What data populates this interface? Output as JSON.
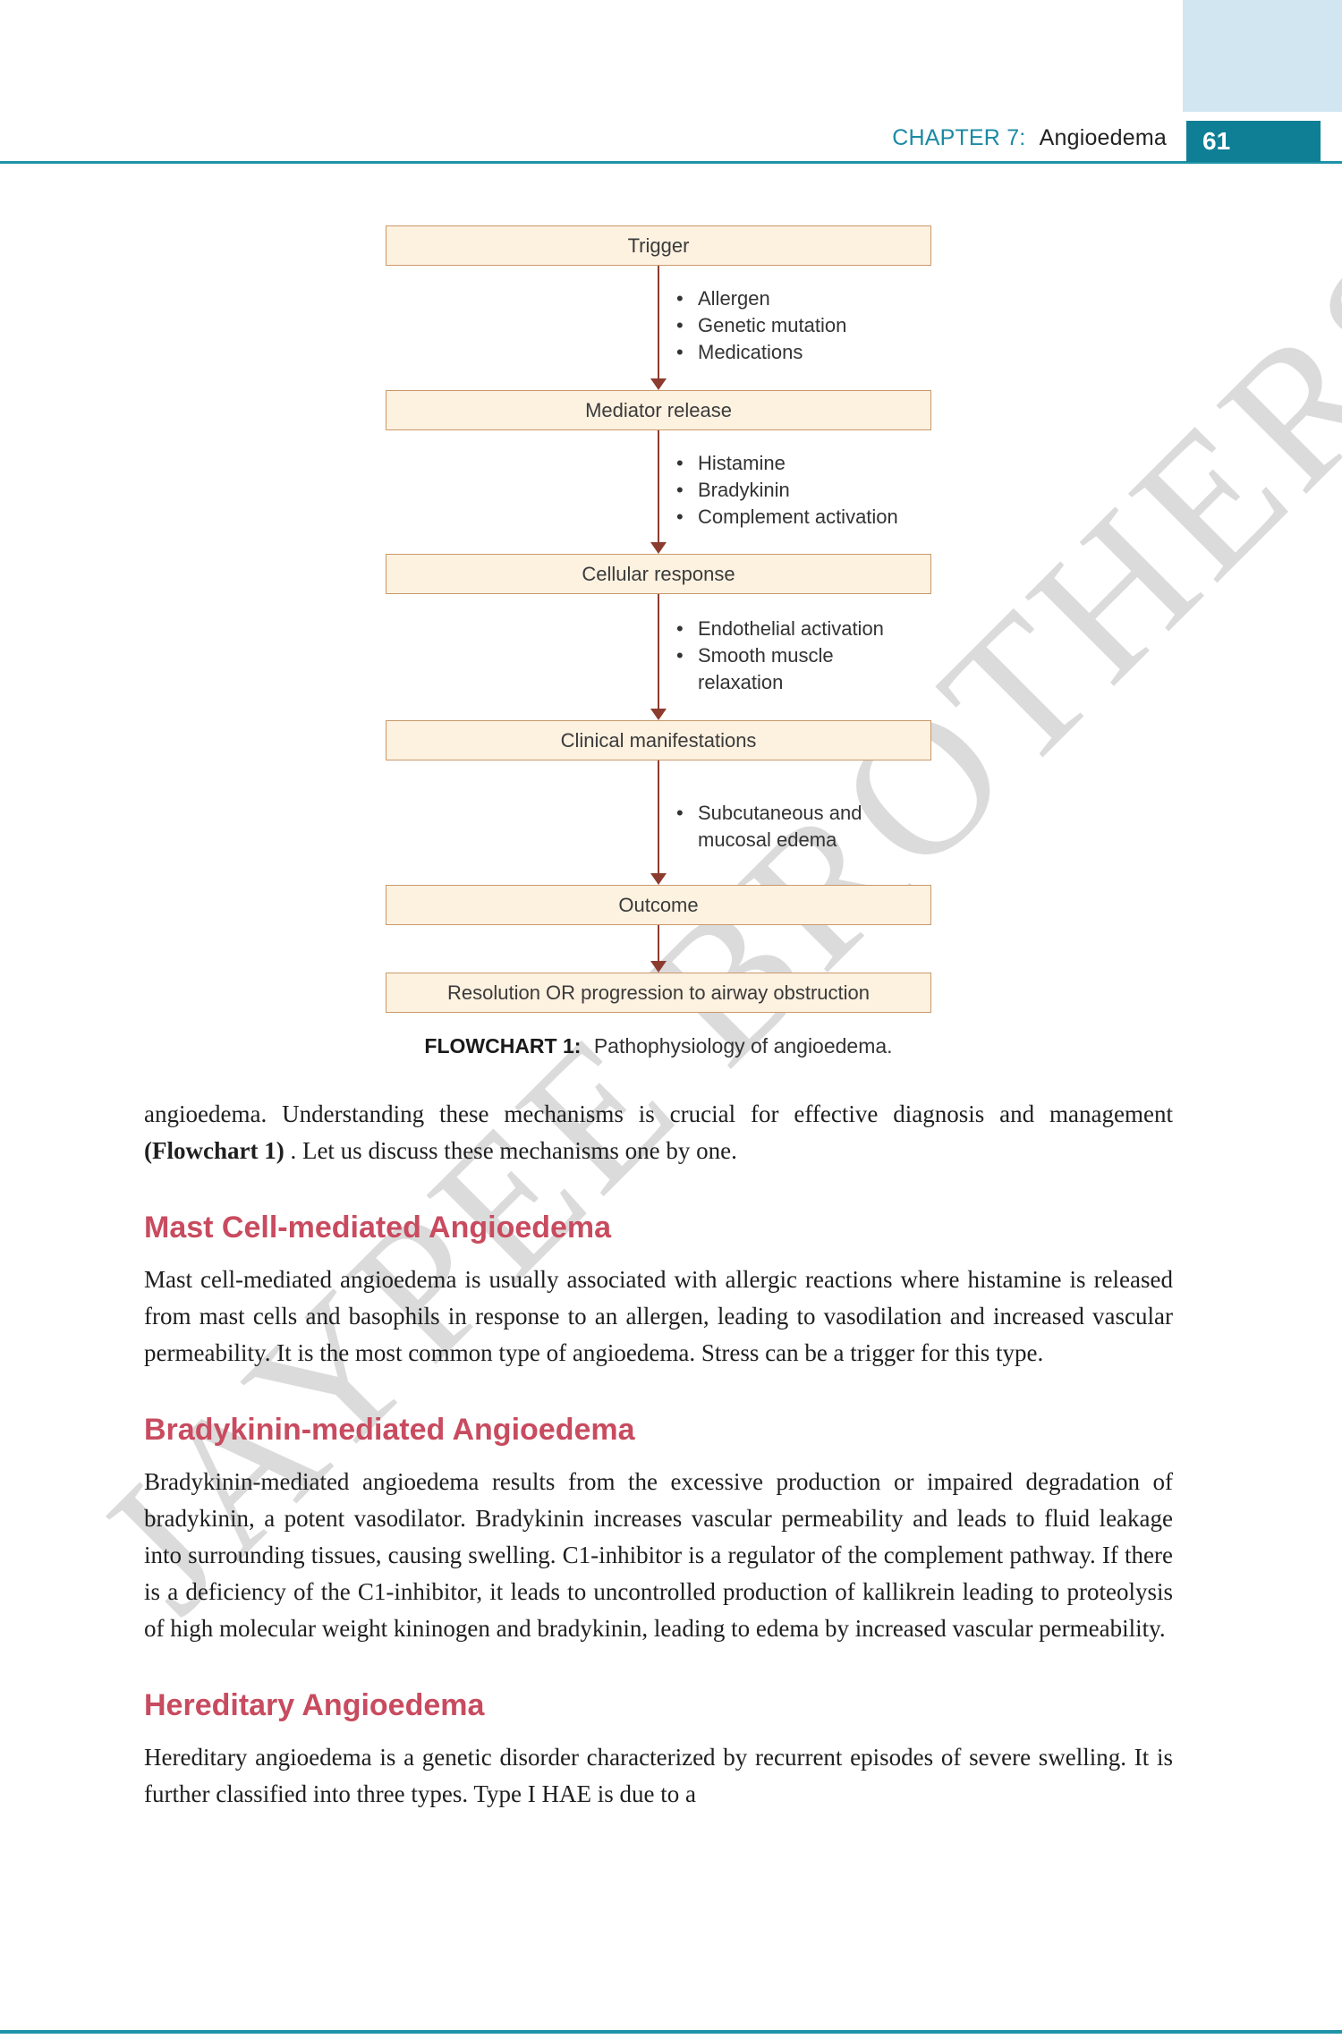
{
  "header": {
    "chapter_label": "CHAPTER 7:",
    "chapter_name": "Angioedema",
    "page_number": "61"
  },
  "watermark": "JAYPEE BROTHERS",
  "colors": {
    "teal_rule": "#1e93a8",
    "page_number_teal": "#0f7f96",
    "corner_blue": "#d2e6f2",
    "heading_rose": "#c84b5f",
    "flow_box_fill": "#fdf1e0",
    "flow_box_border": "#c9996b",
    "arrow_brown": "#8c3c2f",
    "watermark_gray": "#cfcfcf"
  },
  "flowchart": {
    "caption_label": "FLOWCHART 1:",
    "caption_text": "Pathophysiology of angioedema.",
    "steps": [
      {
        "box": "Trigger",
        "bullets": [
          "Allergen",
          "Genetic mutation",
          "Medications"
        ]
      },
      {
        "box": "Mediator release",
        "bullets": [
          "Histamine",
          "Bradykinin",
          "Complement activation"
        ]
      },
      {
        "box": "Cellular response",
        "bullets": [
          "Endothelial activation",
          "Smooth muscle\nrelaxation"
        ]
      },
      {
        "box": "Clinical manifestations",
        "bullets": [
          "Subcutaneous and\nmucosal edema"
        ]
      },
      {
        "box": "Outcome",
        "bullets": []
      },
      {
        "box": "Resolution OR progression to airway obstruction",
        "bullets": []
      }
    ]
  },
  "intro": {
    "part1": "angioedema. Understanding these mechanisms is crucial for effective diagnosis and management ",
    "bold": "(Flowchart 1)",
    "part2": ". Let us discuss these mechanisms one by one."
  },
  "sections": [
    {
      "heading": "Mast Cell-mediated Angioedema",
      "body": "Mast cell-mediated angioedema is usually associated with allergic reactions where histamine is released from mast cells and basophils in response to an allergen, leading to vasodilation and increased vascular permeability. It is the most common type of angioedema. Stress can be a trigger for this type."
    },
    {
      "heading": "Bradykinin-mediated Angioedema",
      "body": "Bradykinin-mediated angioedema results from the excessive production or impaired degradation of bradykinin, a potent vasodilator. Bradykinin increases vascular permeability and leads to fluid leakage into surrounding tissues, causing swelling. C1-inhibitor is a regulator of the complement pathway. If there is a deficiency of the C1-inhibitor, it leads to uncontrolled production of kallikrein leading to proteolysis of high molecular weight kininogen and bradykinin, leading to edema by increased vascular permeability."
    },
    {
      "heading": "Hereditary Angioedema",
      "body": "Hereditary angioedema is a genetic disorder characterized by recurrent episodes of severe swelling. It is further classified into three types. Type I HAE is due to a"
    }
  ]
}
